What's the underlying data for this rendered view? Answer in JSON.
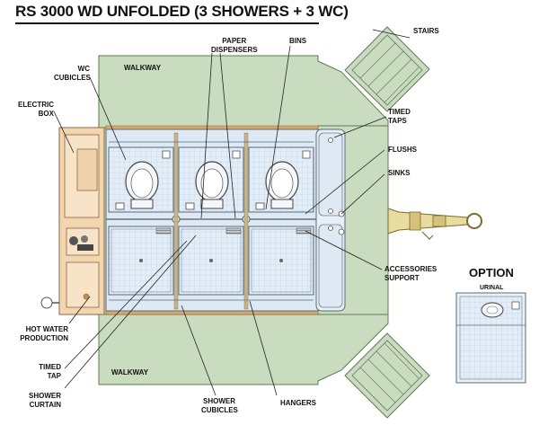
{
  "title": "RS 3000 WD UNFOLDED (3 SHOWERS + 3 WC)",
  "walkways": {
    "top": "WALKWAY",
    "bottom": "WALKWAY"
  },
  "labels": {
    "paper_dispensers": [
      "PAPER",
      "DISPENSERS"
    ],
    "bins": "BINS",
    "stairs": "STAIRS",
    "wc_cubicles": [
      "WC",
      "CUBICLES"
    ],
    "electric_box": [
      "ELECTRIC",
      "BOX"
    ],
    "timed_taps": [
      "TIMED",
      "TAPS"
    ],
    "flushs": "FLUSHS",
    "sinks": "SINKS",
    "accessories_support": [
      "ACCESSORIES",
      "SUPPORT"
    ],
    "hot_water_production": [
      "HOT WATER",
      "PRODUCTION"
    ],
    "timed_tap": [
      "TIMED",
      "TAP"
    ],
    "shower_curtain": [
      "SHOWER",
      "CURTAIN"
    ],
    "shower_cubicles": [
      "SHOWER",
      "CUBICLES"
    ],
    "hangers": "HANGERS"
  },
  "option": {
    "heading": "OPTION",
    "label": "URINAL"
  },
  "colors": {
    "walkway": "#c9dcc0",
    "walkway_border": "#5f7a55",
    "cubicle": "#dde9f5",
    "cubicle_border": "#5a6a7a",
    "electric_box": "#f3d6b0",
    "frame": "#d7a86e",
    "pipe": "#5a5a5a",
    "hitch": "#e9dca0"
  }
}
